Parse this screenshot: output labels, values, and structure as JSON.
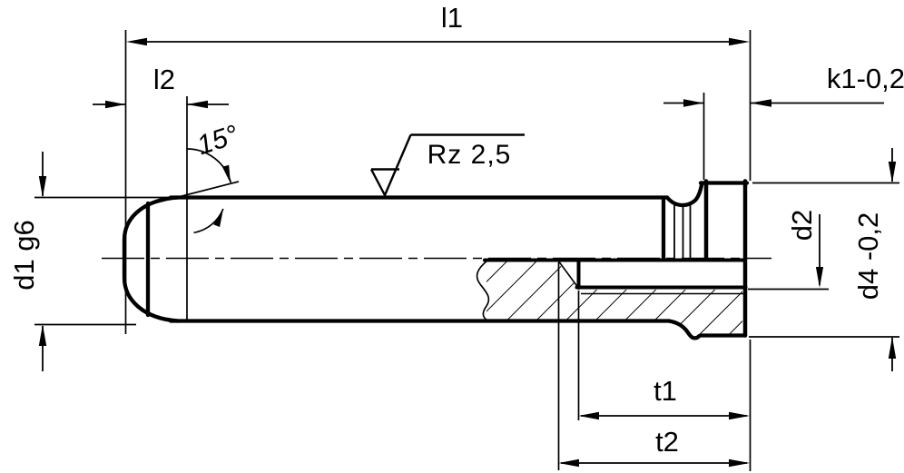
{
  "drawing": {
    "background_color": "#ffffff",
    "line_color": "#000000",
    "labels": {
      "overall_length": "l1",
      "end_length": "l2",
      "head_width": "k1-0,2",
      "cone_angle": "15°",
      "surface_roughness": "Rz 2,5",
      "shank_diameter": "d1 g6",
      "thread_diameter": "d2",
      "head_diameter": "d4 -0,2",
      "thread_depth": "t1",
      "bore_depth": "t2"
    }
  }
}
